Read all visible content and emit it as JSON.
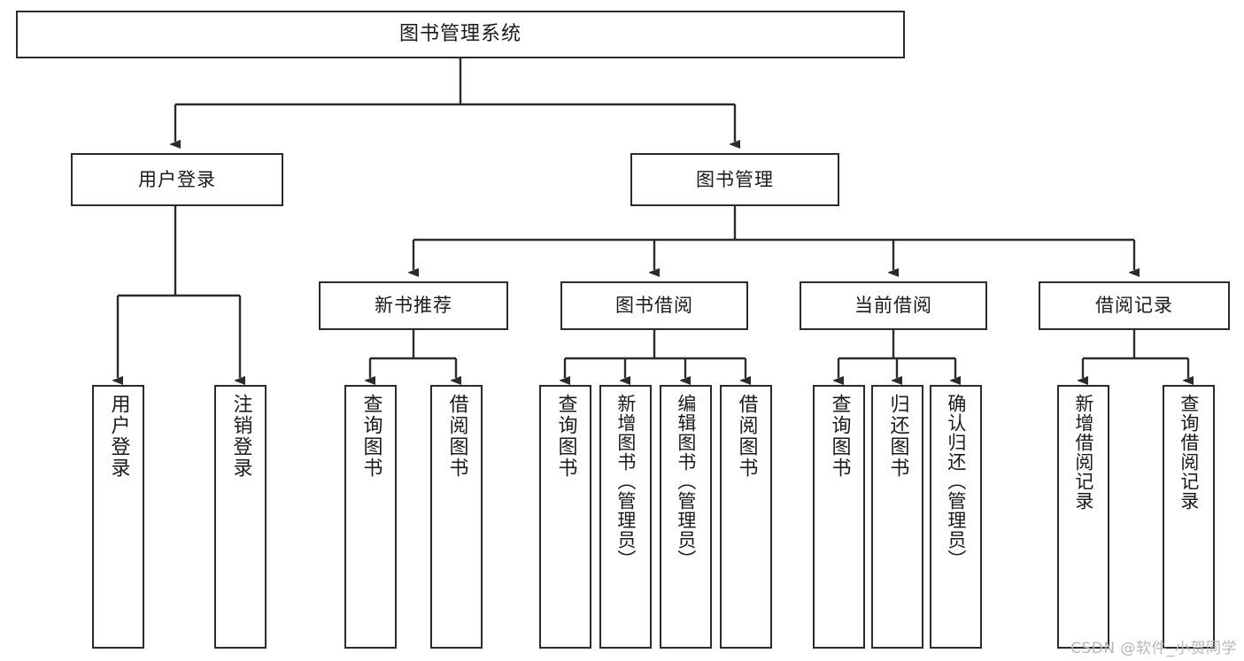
{
  "diagram": {
    "type": "tree-hierarchy",
    "title": "图书管理系统",
    "watermark": "CSDN @软件_小贺同学",
    "colors": {
      "stroke": "#2b2b2b",
      "fill": "#ffffff",
      "text": "#1a1a1a",
      "watermark": "#b7b7b7"
    },
    "nodes": {
      "root": {
        "label": "图书管理系统",
        "level": 0
      },
      "level1": [
        {
          "id": "user-login",
          "label": "用户登录"
        },
        {
          "id": "book-management",
          "label": "图书管理"
        }
      ],
      "level2": [
        {
          "id": "new-book-recommend",
          "label": "新书推荐",
          "parent": "book-management"
        },
        {
          "id": "book-borrow",
          "label": "图书借阅",
          "parent": "book-management"
        },
        {
          "id": "current-borrow",
          "label": "当前借阅",
          "parent": "book-management"
        },
        {
          "id": "borrow-record",
          "label": "借阅记录",
          "parent": "book-management"
        }
      ],
      "leaves": [
        {
          "id": "leaf-user-login",
          "label": "用户登录",
          "parent": "user-login"
        },
        {
          "id": "leaf-logout",
          "label": "注销登录",
          "parent": "user-login"
        },
        {
          "id": "leaf-query-book-1",
          "label": "查询图书",
          "parent": "new-book-recommend"
        },
        {
          "id": "leaf-borrow-book-1",
          "label": "借阅图书",
          "parent": "new-book-recommend"
        },
        {
          "id": "leaf-query-book-2",
          "label": "查询图书",
          "parent": "book-borrow"
        },
        {
          "id": "leaf-add-book",
          "label": "新增图书（管理员）",
          "parent": "book-borrow"
        },
        {
          "id": "leaf-edit-book",
          "label": "编辑图书（管理员）",
          "parent": "book-borrow"
        },
        {
          "id": "leaf-borrow-book-2",
          "label": "借阅图书",
          "parent": "book-borrow"
        },
        {
          "id": "leaf-query-book-3",
          "label": "查询图书",
          "parent": "current-borrow"
        },
        {
          "id": "leaf-return-book",
          "label": "归还图书",
          "parent": "current-borrow"
        },
        {
          "id": "leaf-confirm-return",
          "label": "确认归还（管理员）",
          "parent": "current-borrow"
        },
        {
          "id": "leaf-add-record",
          "label": "新增借阅记录",
          "parent": "borrow-record"
        },
        {
          "id": "leaf-query-record",
          "label": "查询借阅记录",
          "parent": "borrow-record"
        }
      ]
    }
  }
}
